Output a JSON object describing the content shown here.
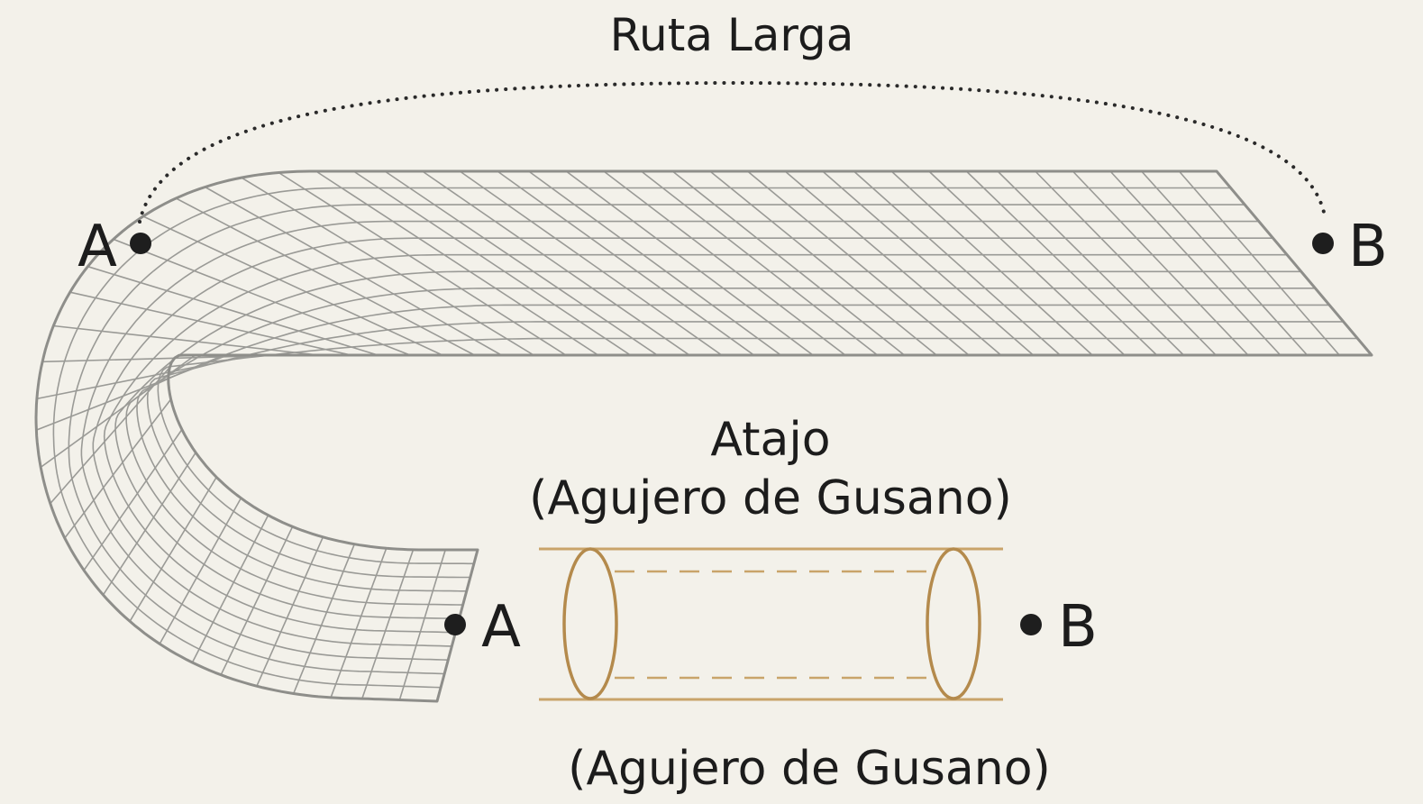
{
  "diagram": {
    "long_route_label": "Ruta Larga",
    "shortcut_label": "Atajo",
    "wormhole_label_upper": "(Agujero de Gusano)",
    "wormhole_label_lower": "(Agujero de Gusano)",
    "point_a_top": "A",
    "point_b_top": "B",
    "point_a_bottom": "A",
    "point_b_bottom": "B"
  },
  "colors": {
    "background": "#f3f1ea",
    "grid": "#9a9a96",
    "route_dots": "#2a2a2a",
    "wormhole_tube": "#c9a46a",
    "text": "#1c1c1c"
  }
}
